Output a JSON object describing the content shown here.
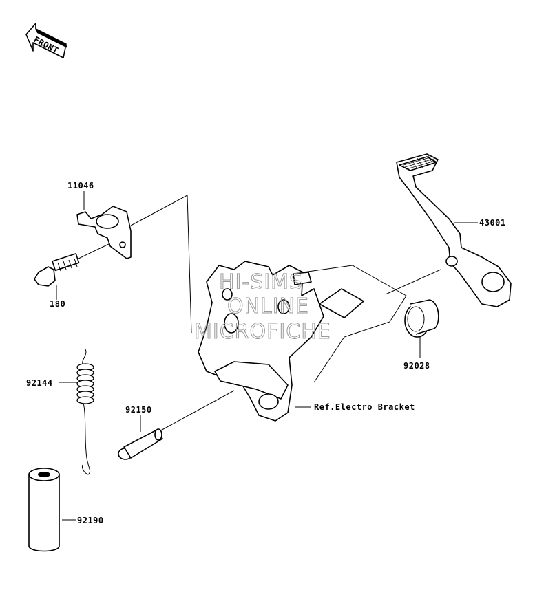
{
  "front_badge": "FRONT",
  "watermark": {
    "line1": "HI-SIMS",
    "line2": "ONLINE",
    "line3": "MICROFICHE"
  },
  "parts": {
    "p11046": "11046",
    "p180": "180",
    "p92144": "92144",
    "p92150": "92150",
    "p92190": "92190",
    "p43001": "43001",
    "p92028": "92028",
    "ref": "Ref.Electro Bracket"
  }
}
